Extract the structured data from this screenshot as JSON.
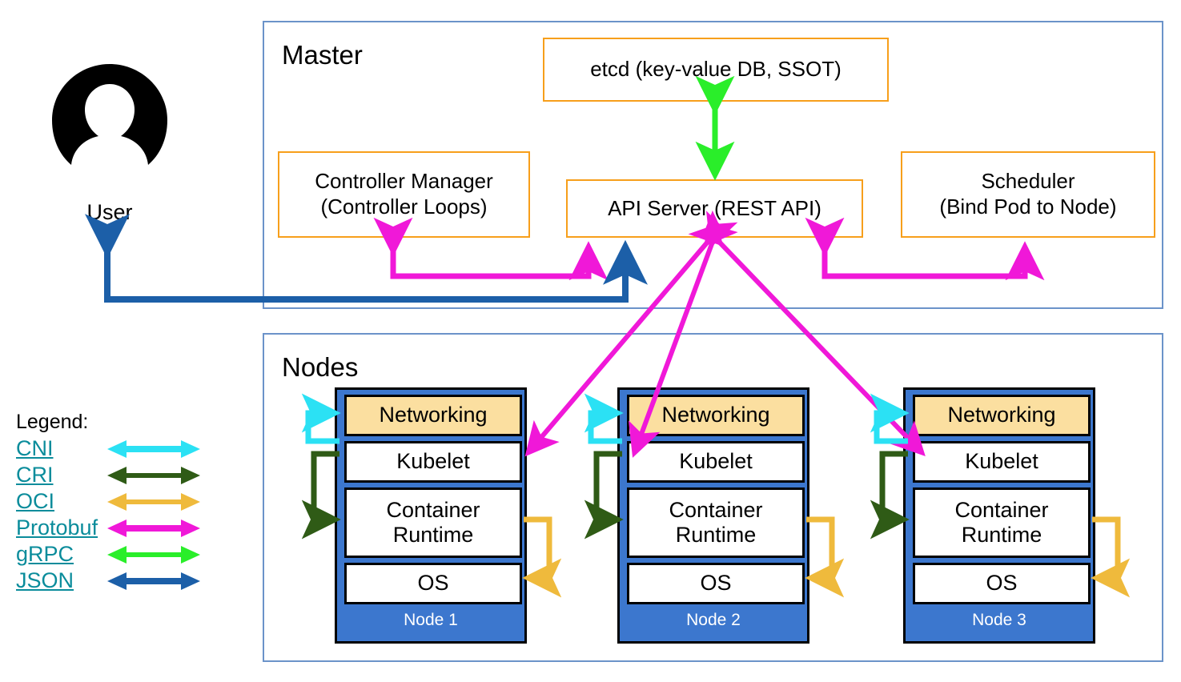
{
  "diagram": {
    "title_master": "Master",
    "title_nodes": "Nodes"
  },
  "user": {
    "label": "User",
    "icon": "user-avatar-icon"
  },
  "master": {
    "label": "Master",
    "components": [
      {
        "id": "etcd",
        "label": "etcd (key-value DB, SSOT)"
      },
      {
        "id": "controller-manager",
        "label": "Controller Manager\n(Controller Loops)"
      },
      {
        "id": "api-server",
        "label": "API Server (REST API)"
      },
      {
        "id": "scheduler",
        "label": "Scheduler\n(Bind Pod to Node)"
      }
    ]
  },
  "nodes": {
    "label": "Nodes",
    "layer_labels": {
      "networking": "Networking",
      "kubelet": "Kubelet",
      "runtime": "Container\nRuntime",
      "os": "OS"
    },
    "items": [
      {
        "name": "Node 1"
      },
      {
        "name": "Node 2"
      },
      {
        "name": "Node 3"
      }
    ]
  },
  "legend": {
    "title": "Legend:",
    "entries": [
      {
        "label": "CNI",
        "color": "#2BE1F4"
      },
      {
        "label": "CRI",
        "color": "#2F5B16"
      },
      {
        "label": "OCI",
        "color": "#EFBA3C"
      },
      {
        "label": "Protobuf",
        "color": "#F018D8"
      },
      {
        "label": "gRPC",
        "color": "#2AEE2A"
      },
      {
        "label": "JSON",
        "color": "#1C5FA8"
      }
    ]
  },
  "colors": {
    "group_border": "#6B93C9",
    "component_border": "#F79F1B",
    "node_fill": "#3C77CE",
    "networking_fill": "#FBDFA0",
    "legend_link": "#0A8C9B",
    "cni": "#2BE1F4",
    "cri": "#2F5B16",
    "oci": "#EFBA3C",
    "protobuf": "#F018D8",
    "grpc": "#2AEE2A",
    "json": "#1C5FA8"
  }
}
